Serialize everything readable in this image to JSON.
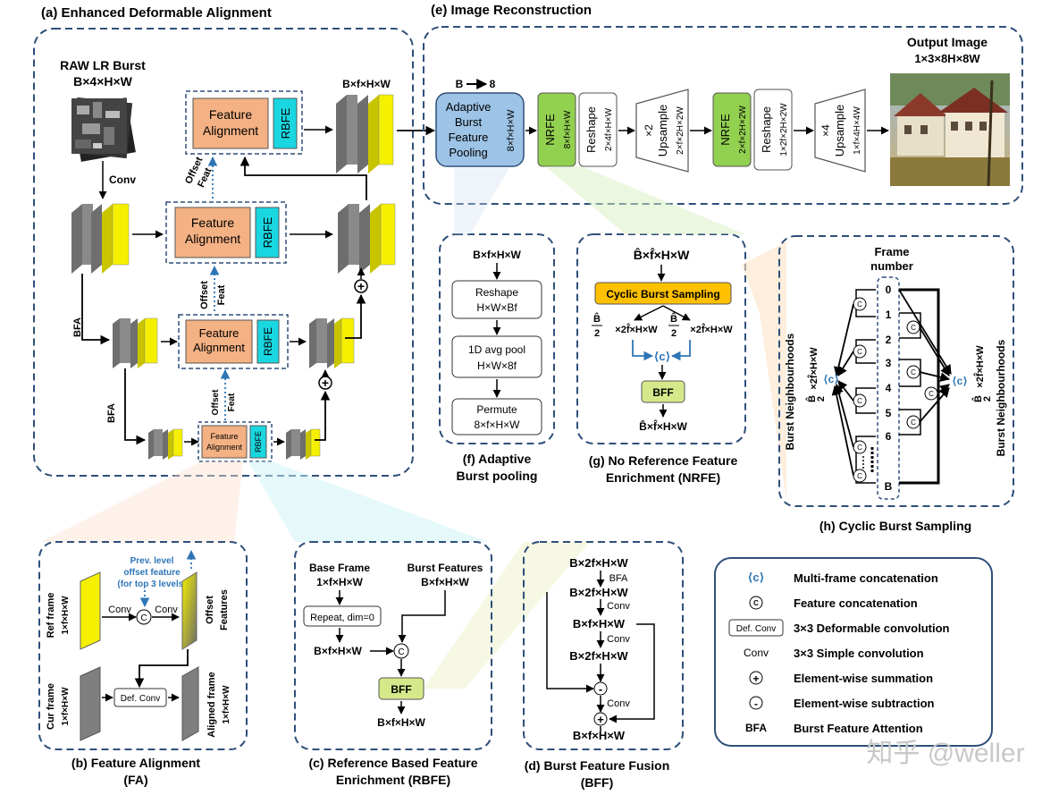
{
  "panel_a": {
    "title": "(a) Enhanced Deformable Alignment",
    "input_title": "RAW LR Burst",
    "input_dims": "B×4×H×W",
    "conv_label": "Conv",
    "top_dims": "B×f×H×W",
    "fa_label_line1": "Feature",
    "fa_label_line2": "Alignment",
    "rbfe_label": "RBFE",
    "offset_label": "Offset",
    "feat_label": "Feat",
    "bfa_label": "BFA",
    "plus_symbol": "+"
  },
  "panel_e": {
    "title": "(e) Image Reconstruction",
    "b_to_8_left": "B",
    "b_to_8_right": "8",
    "abfp_line1": "Adaptive",
    "abfp_line2": "Burst",
    "abfp_line3": "Feature",
    "abfp_line4": "Pooling",
    "abfp_dims": "8×f×H×W",
    "nrfe_label": "NRFE",
    "nrfe1_dims": "8×f×H×W",
    "reshape_label": "Reshape",
    "reshape1_dims": "2×4f×H×W",
    "up_x2": "×2",
    "upsample_label": "Upsample",
    "up1_dims": "2×f×2H×2W",
    "nrfe2_dims": "2×f×2H×2W",
    "reshape2_dims": "1×2f×2H×2W",
    "up_x4": "×4",
    "up2_dims": "1×f×4H×4W",
    "output_title": "Output Image",
    "output_dims": "1×3×8H×8W"
  },
  "panel_f": {
    "input": "B×f×H×W",
    "reshape": "Reshape",
    "reshape_dims": "H×W×Bf",
    "pool": "1D avg pool",
    "pool_dims": "H×W×8f",
    "permute": "Permute",
    "permute_dims": "8×f×H×W",
    "caption1": "(f) Adaptive",
    "caption2": "Burst pooling"
  },
  "panel_g": {
    "input": "B̂×f̂×H×W",
    "cbs": "Cyclic Burst Sampling",
    "half_b": "B̂",
    "two": "2",
    "half_dims": "×2f̂×H×W",
    "concat": "⟨c⟩",
    "bff": "BFF",
    "output": "B̂×f̂×H×W",
    "caption1": "(g) No Reference Feature",
    "caption2": "Enrichment (NRFE)"
  },
  "panel_h": {
    "frame_title1": "Frame",
    "frame_title2": "number",
    "frames": [
      "0",
      "1",
      "2",
      "3",
      "4",
      "5",
      "6",
      "B"
    ],
    "neigh_label": "Burst Neighbourhoods",
    "neigh_dims": "×2f̂×H×W",
    "half_b": "B̂",
    "two": "2",
    "concat": "⟨c⟩",
    "c": "C",
    "caption": "(h) Cyclic Burst Sampling"
  },
  "panel_b": {
    "prev1": "Prev. level",
    "prev2": "offset feature",
    "prev3": "(for top 3 levels)",
    "ref_frame": "Ref frame",
    "ref_dims": "1×f×H×W",
    "conv": "Conv",
    "c": "C",
    "offset1": "Offset",
    "offset2": "Features",
    "cur_frame": "Cur frame",
    "cur_dims": "1×f×H×W",
    "defconv": "Def. Conv",
    "aligned": "Aligned frame",
    "aligned_dims": "1×f×H×W",
    "caption1": "(b) Feature Alignment",
    "caption2": "(FA)"
  },
  "panel_c": {
    "base": "Base Frame",
    "base_dims": "1×f×H×W",
    "burst": "Burst Features",
    "burst_dims": "B×f×H×W",
    "repeat": "Repeat, dim=0",
    "mid_dims": "B×f×H×W",
    "c": "C",
    "bff": "BFF",
    "output": "B×f×H×W",
    "caption1": "(c) Reference Based Feature",
    "caption2": "Enrichment (RBFE)"
  },
  "panel_d": {
    "in_dims": "B×2f×H×W",
    "bfa": "BFA",
    "dims2": "B×2f×H×W",
    "conv": "Conv",
    "dims3": "B×f×H×W",
    "dims4": "B×2f×H×W",
    "minus": "-",
    "plus": "+",
    "out_dims": "B×f×H×W",
    "caption1": "(d) Burst Feature Fusion",
    "caption2": "(BFF)"
  },
  "legend": {
    "items": [
      {
        "symbol": "⟨c⟩",
        "text": "Multi-frame concatenation"
      },
      {
        "symbol": "C",
        "text": "Feature concatenation"
      },
      {
        "symbol": "Def. Conv",
        "text": "3×3 Deformable convolution"
      },
      {
        "symbol": "Conv",
        "text": "3×3 Simple convolution"
      },
      {
        "symbol": "+",
        "text": "Element-wise summation"
      },
      {
        "symbol": "-",
        "text": "Element-wise subtraction"
      },
      {
        "symbol": "BFA",
        "text": "Burst Feature Attention"
      }
    ]
  },
  "watermark": "知乎 @weller",
  "colors": {
    "border": "#2f4f7a",
    "fa_fill": "#f4b183",
    "rbfe_fill": "#19d6e0",
    "abfp_fill": "#9dc3e6",
    "nrfe_fill": "#92d050",
    "cbs_fill": "#ffc000",
    "bff_fill": "#d6e98a",
    "yellow": "#f5f000",
    "gray": "#7f7f7f",
    "blue_arrow": "#2e75b6"
  }
}
